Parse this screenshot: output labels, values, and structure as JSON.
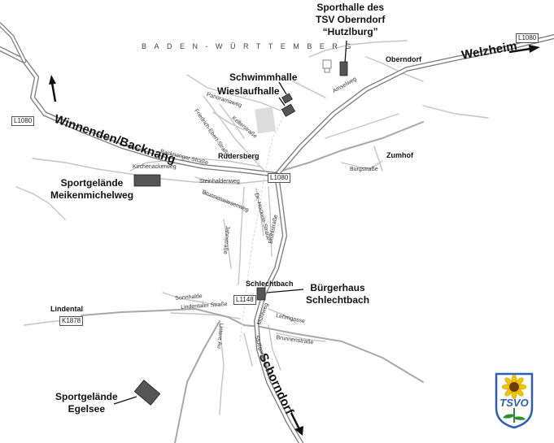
{
  "region": "BADEN-WÜRTTEMBERG",
  "directions": {
    "winnenden": "Winnenden/Backnang",
    "welzheim": "Welzheim",
    "schorndorf": "Schorndorf"
  },
  "venues": {
    "sporthalle_oberndorf": "Sporthalle des TSV Oberndorf “Hutzlburg”",
    "sporthalle_line1": "Sporthalle des",
    "sporthalle_line2": "TSV Oberndorf",
    "sporthalle_line3": "“Hutzlburg”",
    "schwimmhalle": "Schwimmhalle",
    "wieslaufhalle": "Wieslaufhalle",
    "meikenmichelweg_line1": "Sportgelände",
    "meikenmichelweg_line2": "Meikenmichelweg",
    "buergerhaus_line1": "Bürgerhaus",
    "buergerhaus_line2": "Schlechtbach",
    "egelsee_line1": "Sportgelände",
    "egelsee_line2": "Egelsee"
  },
  "places": {
    "oberndorf": "Oberndorf",
    "rudersberg": "Rudersberg",
    "zumhof": "Zumhof",
    "schlechtbach": "Schlechtbach",
    "lindental": "Lindental"
  },
  "road_labels": {
    "l1080_nw": "L1080",
    "l1080_ne": "L1080",
    "l1080_center": "L1080",
    "l1148": "L1148",
    "k1878": "K1878"
  },
  "streets": {
    "panoramaweg": "Panoramaweg",
    "kellerstrasse": "Kellerstraße",
    "friedrich_ebert": "Friedrich-Ebert-Straße",
    "backnanger": "Backnanger Straße",
    "kirchenackerweg": "Kirchenackerweg",
    "steinhaldenweg": "Steinhaldenweg",
    "brunnenwiesenweg": "Brunnenwiesenweg",
    "dr_hockele": "Dr.-Hockele-Straße",
    "bruehlstrasse": "Brühlstraße",
    "jahnstrasse": "Jahnstraße",
    "amselweg": "Amselweg",
    "burgstrasse": "Burgstraße",
    "sonnhalde": "Sonnhalde",
    "lindentaler": "Lindentaler Straße",
    "muehlweg": "Mühlweg",
    "lehmgasse": "Lehmgasse",
    "brunnenstrasse": "Brunnenstraße",
    "untere_au": "Untere Au",
    "stuttgarter": "Stuttgarter Straße"
  },
  "logo_text": "TSVO",
  "colors": {
    "venue_fill": "#555555",
    "main_road": "#8a8a8a",
    "minor_road": "#bdbdbd",
    "logo_blue": "#2a5fb5",
    "sunflower": "#f2c400"
  }
}
